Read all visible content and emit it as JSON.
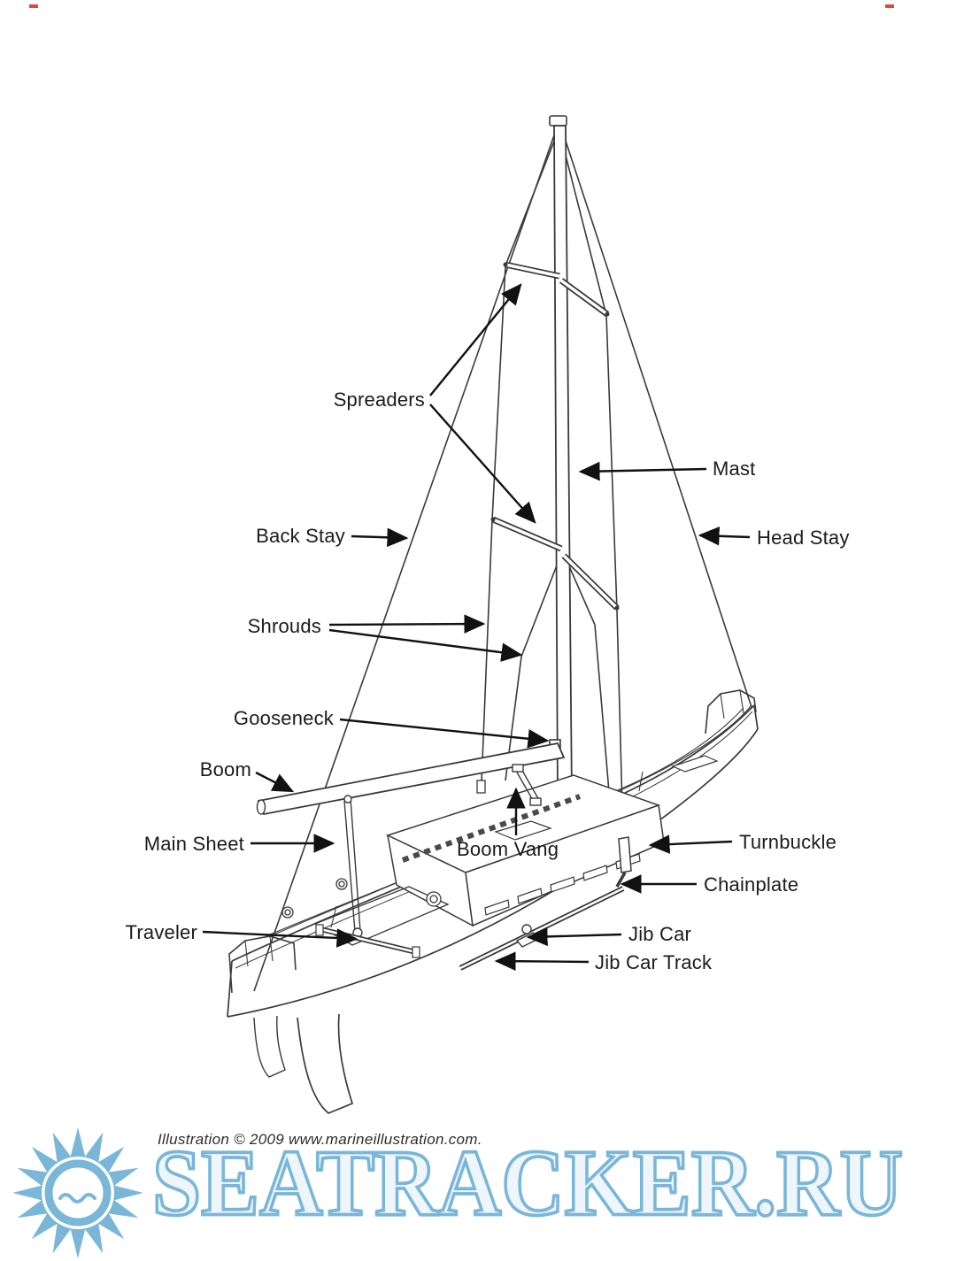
{
  "diagram": {
    "labels": {
      "spreaders": "Spreaders",
      "mast": "Mast",
      "back_stay": "Back Stay",
      "head_stay": "Head Stay",
      "shrouds": "Shrouds",
      "gooseneck": "Gooseneck",
      "boom": "Boom",
      "main_sheet": "Main Sheet",
      "boom_vang": "Boom Vang",
      "turnbuckle": "Turnbuckle",
      "chainplate": "Chainplate",
      "traveler": "Traveler",
      "jib_car": "Jib Car",
      "jib_car_track": "Jib Car Track"
    },
    "credit": "Illustration © 2009 www.marineillustration.com.",
    "ink_color": "#3a3a3a",
    "arrow_color": "#111111"
  },
  "watermark": {
    "text": "SEATRACKER.RU",
    "color": "#7ab6d8"
  }
}
